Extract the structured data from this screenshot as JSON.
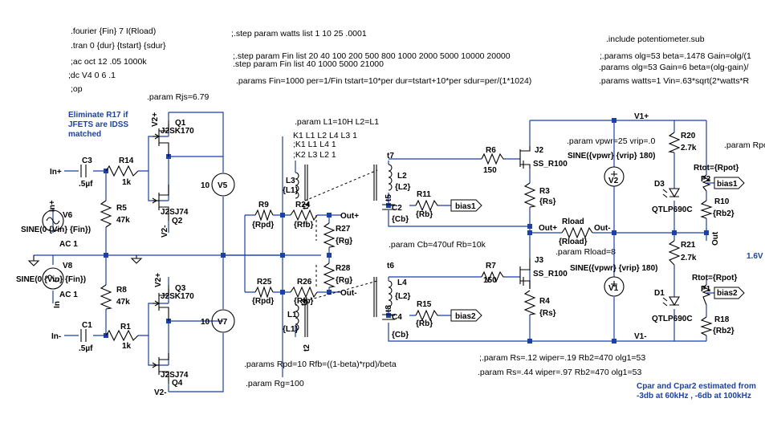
{
  "directives": {
    "fourier": ".fourier {Fin} 7  I(Rload)",
    "tran": ".tran 0 {dur} {tstart} {sdur}",
    "ac": ";ac oct 12 .05 1000k",
    "dc": ";dc V4 0 6 .1",
    "op": ";op",
    "step_watts": ";.step param watts list 1  10    25  .0001",
    "step_fin_1": ";.step param Fin list 20  40 100 200 500 800 1000 2000 5000 10000 20000",
    "step_fin_2": ".step param Fin list  40 1000 5000 21000",
    "params_fin": ".params Fin=1000 per=1/Fin tstart=10*per dur=tstart+10*per sdur=per/(1*1024)",
    "include": ".include potentiometer.sub",
    "params_olg_1": ";.params olg=53 beta=.1478 Gain=olg/(1",
    "params_olg_2": ".params olg=53 Gain=6  beta=(olg-gain)/",
    "params_watts": ".params watts=1 Vin=.63*sqrt(2*watts*R",
    "param_rjs": ".param Rjs=6.79",
    "param_l": ".param L1=10H L2=L1",
    "k1": "K1 L1 L2 L4  L3  1",
    "k1b": ";K1 L1 L4 1",
    "k2": ";K2 L3 L2 1",
    "param_vpwr": ".param vpwr=25 vrip=.0",
    "param_rpot": ".param Rpo",
    "param_cb": ".param Cb=470uf Rb=10k",
    "param_rload": ".param Rload=8",
    "params_rpd": ".params Rpd=10 Rfb=((1-beta)*rpd)/beta",
    "param_rg": ".param Rg=100",
    "param_rs_1": ";.param Rs=.12 wiper=.19  Rb2=470 olg1=53",
    "param_rs_2": ".param Rs=.44 wiper=.97 Rb2=470 olg1=53"
  },
  "notes": {
    "jfet_line1": "Eliminate R17 if",
    "jfet_line2": "JFETS are IDSS",
    "jfet_line3": "matched",
    "cpar_line1": "Cpar and Cpar2 estimated from",
    "cpar_line2": "-3db at 60kHz , -6db at 100kHz",
    "volt_1v6": "1.6V"
  },
  "components": {
    "q1": "Q1",
    "q1_part": "J2SK170",
    "q2": "Q2",
    "q2_part": "J2SJ74",
    "q3": "Q3",
    "q3_part": "J2SK170",
    "q4": "Q4",
    "q4_part": "J2SJ74",
    "c3": "C3",
    "c3_val": ".5µf",
    "c1": "C1",
    "c1_val": ".5µf",
    "r14": "R14",
    "r14_val": "1k",
    "r1": "R1",
    "r1_val": "1k",
    "r5": "R5",
    "r5_val": "47k",
    "r8": "R8",
    "r8_val": "47k",
    "v6": "V6",
    "v6_sine": "SINE(0 {Vin} {Fin})",
    "v6_ac": "AC 1",
    "v8": "V8",
    "v8_sine": "SINE(0 {Vin} {Fin})",
    "v8_ac": "AC 1",
    "v5": "V5",
    "v5_val": "10",
    "v7": "V7",
    "v7_val": "10",
    "l3": "L3",
    "l3_val": "{L1}",
    "l1": "L1",
    "l1_val": "{L1}",
    "l2": "L2",
    "l2_val": "{L2}",
    "l4": "L4",
    "l4_val": "{L2}",
    "r9": "R9",
    "r9_val": "{Rpd}",
    "r24": "R24",
    "r24_val": "{Rfb}",
    "r25": "R25",
    "r25_val": "{Rpd}",
    "r26": "R26",
    "r26_val": "{Rfb}",
    "r27": "R27",
    "r27_val": "{Rg}",
    "r28": "R28",
    "r28_val": "{Rg}",
    "t1": "t1",
    "t2": "t2",
    "t4": "t4",
    "t5": "t5",
    "t6": "t6",
    "t7": "t7",
    "t8": "t8",
    "c2": "C2",
    "c2_val": "{Cb}",
    "c4": "C4",
    "c4_val": "{Cb}",
    "r11": "R11",
    "r11_val": "{Rb}",
    "r15": "R15",
    "r15_val": "{Rb}",
    "r6": "R6",
    "r6_val": "150",
    "r7": "R7",
    "r7_val": "150",
    "j2": "J2",
    "j2_part": "SS_R100",
    "j3": "J3",
    "j3_part": "SS_R100",
    "r3": "R3",
    "r3_val": "{Rs}",
    "r4": "R4",
    "r4_val": "{Rs}",
    "rload": "Rload",
    "rload_val": "{Rload}",
    "v2": "V2",
    "v2_sine": "SINE({vpwr} {vrip} 180)",
    "v1": "V1",
    "v1_sine": "SINE({vpwr} {vrip} 180)",
    "r20": "R20",
    "r20_val": "2.7k",
    "r21": "R21",
    "r21_val": "2.7k",
    "d3": "D3",
    "d3_part": "QTLP690C",
    "d1": "D1",
    "d1_part": "QTLP690C",
    "p2": "P2",
    "p2_rtot": "Rtot={Rpot}",
    "p1": "P1",
    "p1_rtot": "Rtot={Rpot}",
    "r10": "R10",
    "r10_val": "{Rb2}",
    "r18": "R18",
    "r18_val": "{Rb2}"
  },
  "nets": {
    "in_plus": "In+",
    "in_minus": "In-",
    "v2_plus_a": "V2+",
    "v2_minus_a": "V2-",
    "v2_plus_b": "V2+",
    "v2_minus_b": "V2-",
    "out_plus": "Out+",
    "out_minus": "Out-",
    "out_plus_b": "Out+",
    "out_minus_b": "Out-",
    "bias1": "bias1",
    "bias2": "bias2",
    "bias1_b": "bias1",
    "bias2_b": "bias2",
    "v1_plus": "V1+",
    "v1_minus": "V1-",
    "out_v": "Out",
    "in_v": "In",
    "in_plus_v": "In+",
    "in_minus_v": "In-"
  }
}
